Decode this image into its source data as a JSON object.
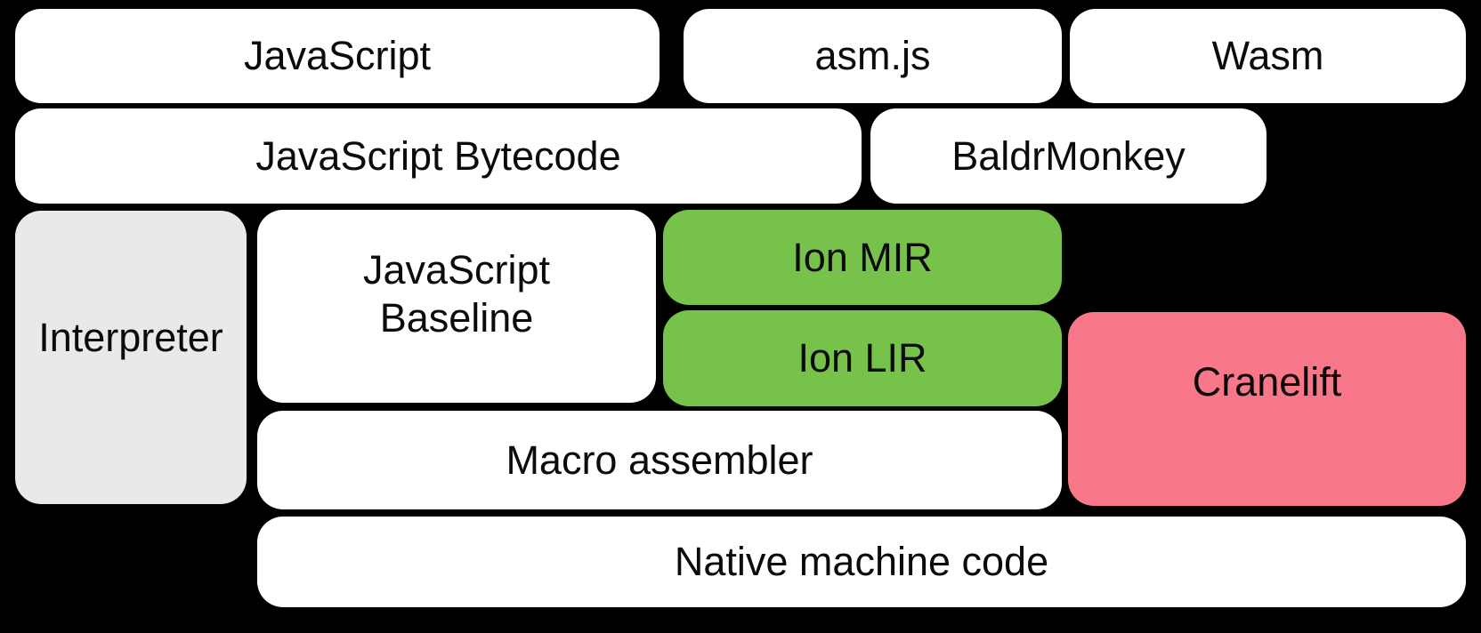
{
  "diagram": {
    "title_hint": "JavaScript / Wasm compiler pipeline block diagram",
    "background_color": "#000000",
    "text_color": "#0b0b0b",
    "colors": {
      "white": "#ffffff",
      "gray": "#e9e9e9",
      "green": "#77c24a",
      "pink": "#f8788a"
    },
    "nodes": {
      "javascript": {
        "label": "JavaScript",
        "color": "white"
      },
      "asmjs": {
        "label": "asm.js",
        "color": "white"
      },
      "wasm": {
        "label": "Wasm",
        "color": "white"
      },
      "bytecode": {
        "label": "JavaScript Bytecode",
        "color": "white"
      },
      "baldrmonkey": {
        "label": "BaldrMonkey",
        "color": "white"
      },
      "interpreter": {
        "label": "Interpreter",
        "color": "gray"
      },
      "baseline": {
        "line1": "JavaScript",
        "line2": "Baseline",
        "color": "white"
      },
      "ion_mir": {
        "label": "Ion MIR",
        "color": "green"
      },
      "ion_lir": {
        "label": "Ion LIR",
        "color": "green"
      },
      "cranelift": {
        "label": "Cranelift",
        "color": "pink"
      },
      "macro_assembler": {
        "label": "Macro assembler",
        "color": "white"
      },
      "native_machine_code": {
        "label": "Native machine code",
        "color": "white"
      }
    }
  }
}
